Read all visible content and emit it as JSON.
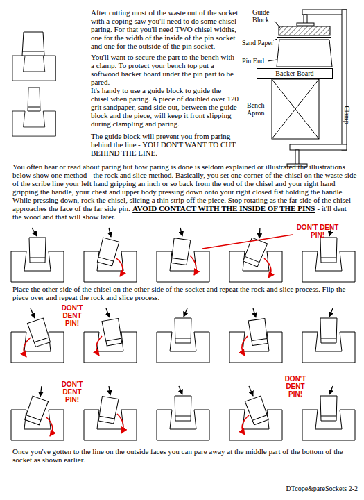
{
  "diagram": {
    "nodes": [
      {
        "text": [
          "Backer Board"
        ]
      }
    ],
    "labels": [
      "After cutting most of the waste out of the socket with a coping saw you'll need to do some chisel paring. For that you'll need TWO chisel widths, one for the width of the inside of the pin socket and one for the outside of the pin socket.",
      "You'll want to secure the part to the bench with a clamp. To protect your bench top put a softwood backer board under the pin part to be pared.",
      "It's handy to use a guide block to guide the chisel when paring. A piece of doubled over 120 grit sandpaper, sand side out, between the guide block and the piece, will keep it front slipping during clampling and paring.",
      "The guide block will prevent you from paring behind the line - YOU DON'T WANT TO CUT BEHIND THE LINE.",
      "Guide Block",
      "Sand Paper",
      "Pin End",
      "Bench Apron",
      "Clamp",
      "You often hear or read about paring but how paring is done is seldom explained or illustrated the illustrations below show one method - the rock and slice method. Basically, you set one corner of the chisel on the waste side of the scribe line your left hand gripping an inch or so back from the end of the chisel and your right hand gripping the handle, your chest and upper body pressing down onto your right closed fist holding the handle. While pressing down, rock the chisel, slicing a thin strip off the piece. Stop rotating as the far side of the chisel approaches the face of the far side pin.",
      "AVOID CONTACT WITH THE INSIDE OF THE PINS",
      "- it'll dent the wood and that will show later.",
      "DON'T DENT PIN!",
      "Place the other side of the chisel on the other side of the socket and repeat the rock and slice process. Flip the piece over and repeat the rock and slice process.",
      "DON'T DENT PIN!",
      "DON'T DENT PIN!",
      "DON'T DENT PIN!",
      "Once you've gotten to the line on the outside faces you can pare away at the middle part of the bottom of the socket as shown earlier.",
      "DTcope&pareSockets 2-2"
    ]
  }
}
